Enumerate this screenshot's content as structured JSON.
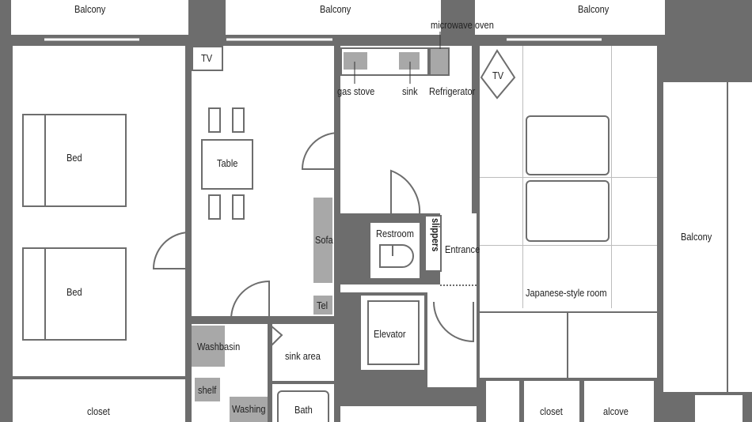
{
  "labels": {
    "balcony_left": "Balcony",
    "balcony_center": "Balcony",
    "balcony_right_top": "Balcony",
    "balcony_right_side": "Balcony",
    "microwave": "microwave oven",
    "tv_dining": "TV",
    "tv_japanese": "TV",
    "gas_stove": "gas stove",
    "sink": "sink",
    "refrigerator": "Refrigerator",
    "bed_top": "Bed",
    "bed_bottom": "Bed",
    "table": "Table",
    "sofa": "Sofa",
    "tel": "Tel",
    "restroom": "Restroom",
    "slippers": "slippers",
    "entrance": "Entrance",
    "japanese_room": "Japanese-style room",
    "elevator": "Elevator",
    "washbasin": "Washbasin",
    "sink_area": "sink area",
    "shelf": "shelf",
    "washing": "Washing",
    "bath": "Bath",
    "closet_left": "closet",
    "closet_right": "closet",
    "alcove": "alcove"
  },
  "colors": {
    "wall": "#6d6d6d",
    "fixture": "#a8a8a8",
    "floor": "#ffffff"
  }
}
